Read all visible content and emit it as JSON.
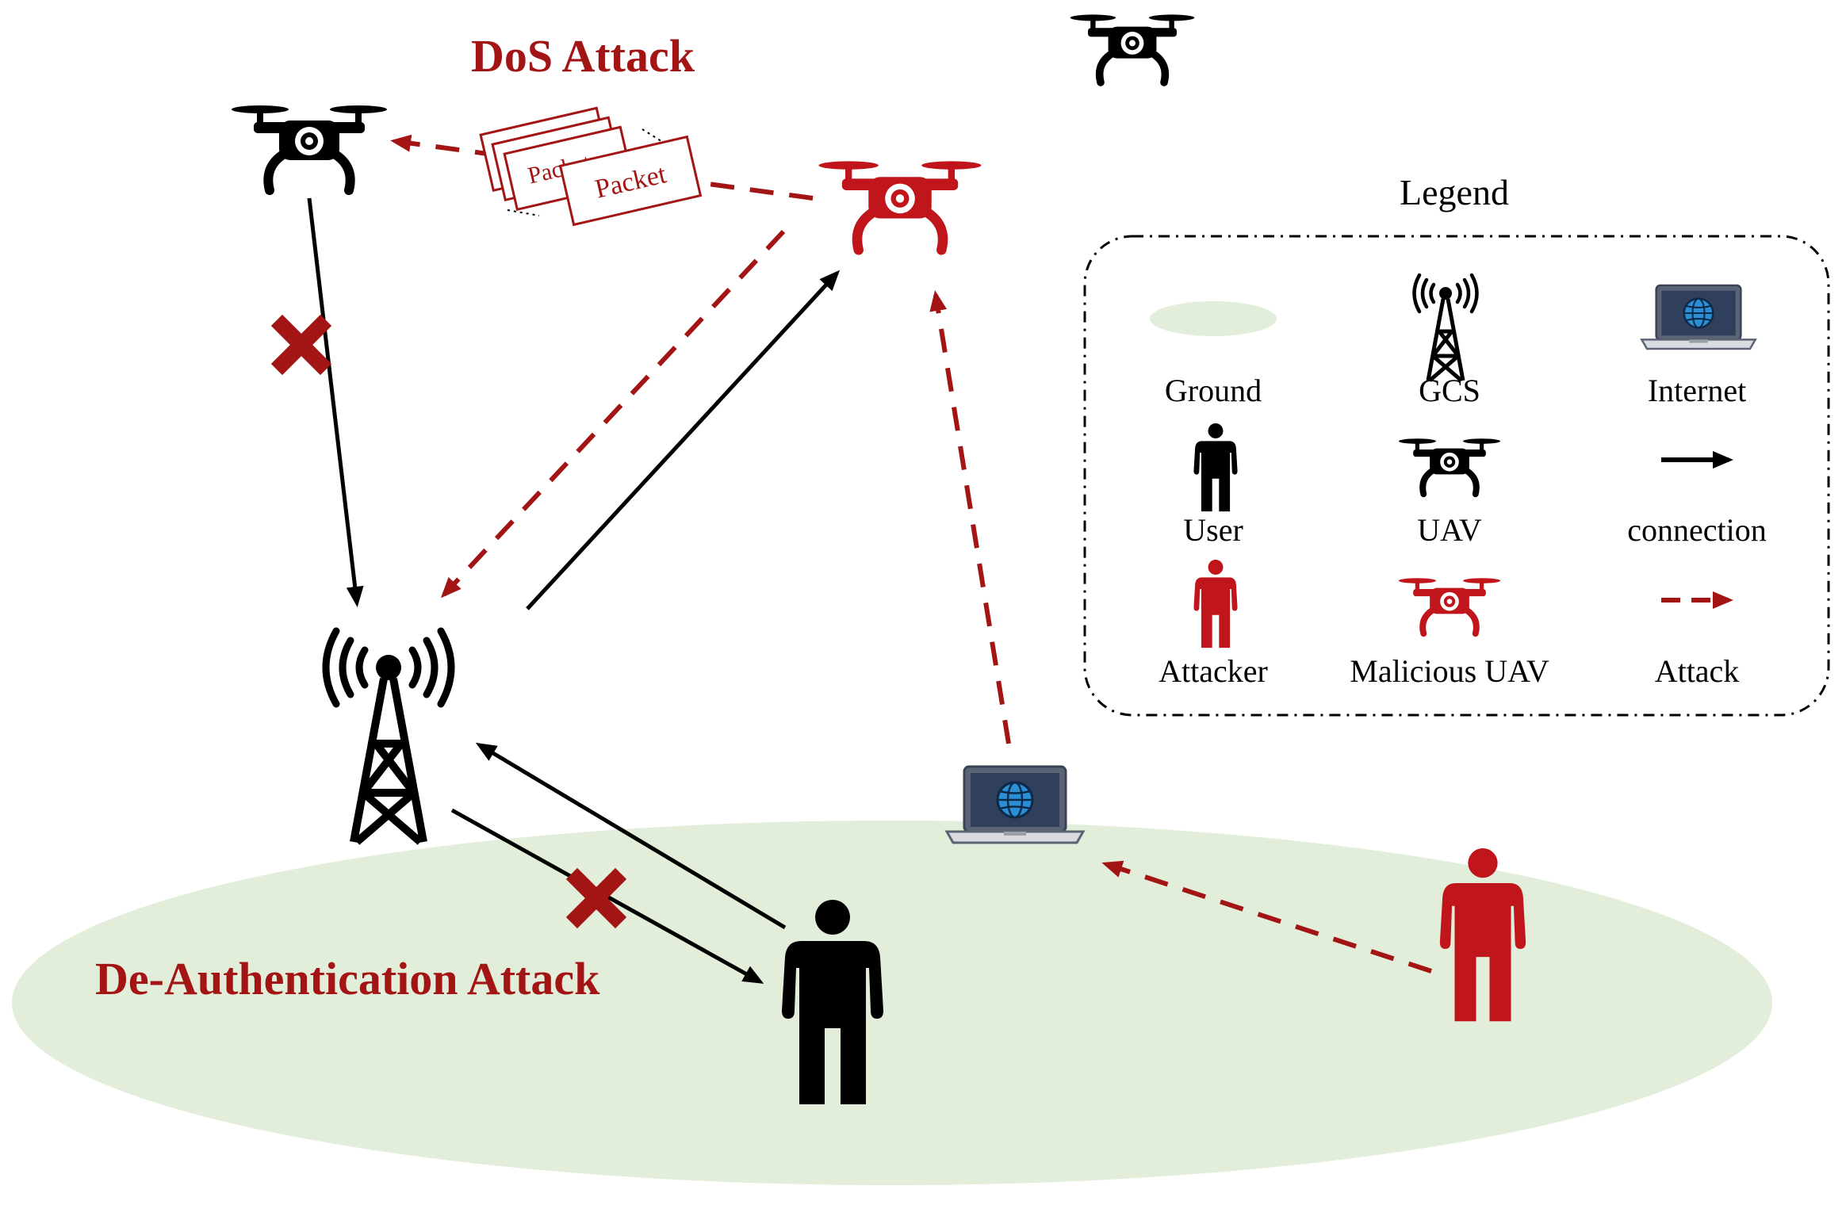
{
  "titles": {
    "dos_attack": "DoS Attack",
    "deauth_attack": "De-Authentication Attack"
  },
  "packets": {
    "front_label": "Packet",
    "back_label": "Packet"
  },
  "legend": {
    "title": "Legend",
    "items": {
      "ground": "Ground",
      "gcs": "GCS",
      "internet": "Internet",
      "user": "User",
      "uav": "UAV",
      "connection": "connection",
      "attacker": "Attacker",
      "malicious_uav": "Malicious UAV",
      "attack": "Attack"
    }
  },
  "colors": {
    "normal": "#000000",
    "attack": "#a31515",
    "ground_fill": "#e2eed9",
    "screen": "#2f3f5c",
    "globe": "#2b8fd6"
  },
  "icons": [
    "uav-icon",
    "malicious-uav-icon",
    "gcs-tower-icon",
    "user-icon",
    "attacker-icon",
    "laptop-icon",
    "packet-icon",
    "block-x-icon"
  ]
}
